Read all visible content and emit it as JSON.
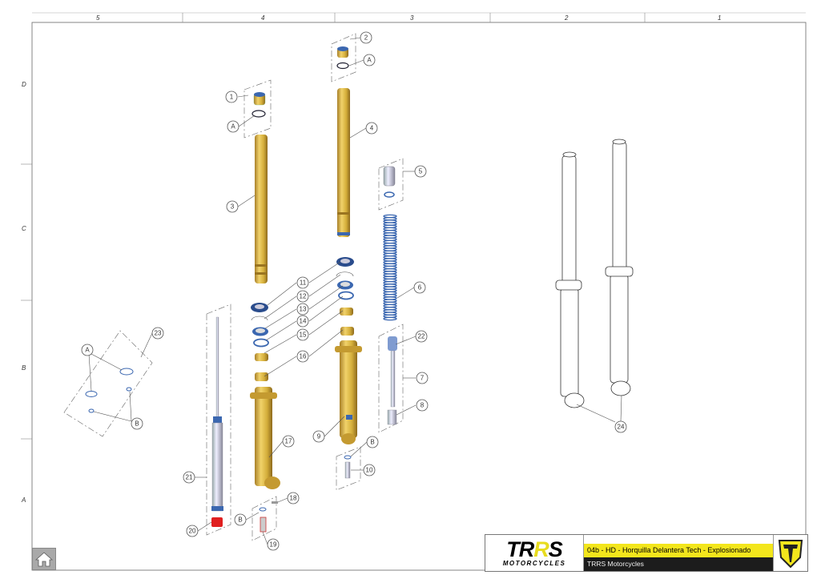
{
  "frame": {
    "columns": [
      "5",
      "4",
      "3",
      "2",
      "1"
    ],
    "rows": [
      "D",
      "C",
      "B",
      "A"
    ]
  },
  "callouts": {
    "c1": "1",
    "c2": "2",
    "c3": "3",
    "c4": "4",
    "c5": "5",
    "c6": "6",
    "c7": "7",
    "c8": "8",
    "c9": "9",
    "c10": "10",
    "c11": "11",
    "c12": "12",
    "c13": "13",
    "c14": "14",
    "c15": "15",
    "c16": "16",
    "c17": "17",
    "c18": "18",
    "c19": "19",
    "c20": "20",
    "c21": "21",
    "c22": "22",
    "c23": "23",
    "c24": "24",
    "A": "A",
    "B": "B"
  },
  "title_block": {
    "logo_main_1": "TR",
    "logo_main_2": "R",
    "logo_main_3": "S",
    "logo_sub": "MOTORCYCLES",
    "title": "04b - HD - Horquilla Delantera Tech - Explosionado",
    "company": "TRRS Motorcycles"
  },
  "home_icon": "home-icon",
  "colors": {
    "gold": "#d4ae3a",
    "blue": "#3b67b0",
    "yellow": "#f3e61c",
    "red": "#e02020"
  }
}
